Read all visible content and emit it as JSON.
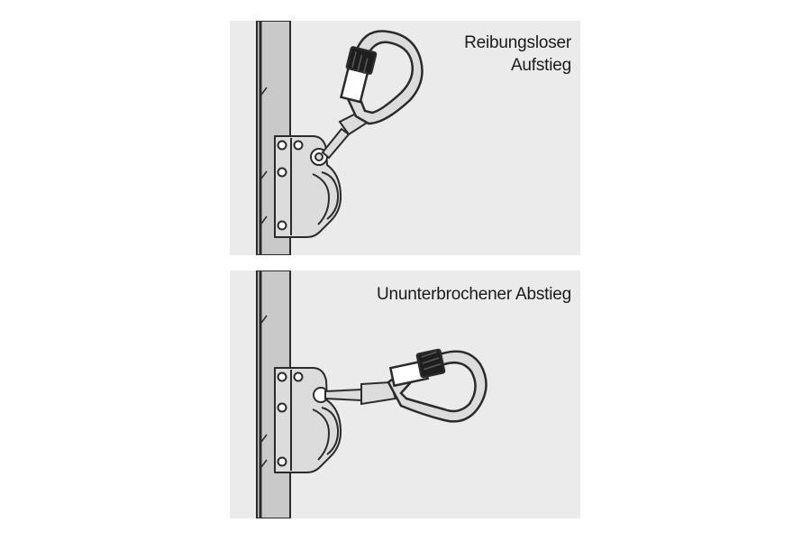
{
  "panels": [
    {
      "caption_lines": [
        "Reibungsloser",
        "Aufstieg"
      ]
    },
    {
      "caption_lines": [
        "Ununterbrochener Abstieg"
      ]
    }
  ],
  "colors": {
    "background": "#ebebeb",
    "rail": "#c9c9c9",
    "device": "#dcdcdc",
    "outline": "#2b2b2b",
    "gate_sleeve": "#1e1e1e"
  },
  "icons": [
    "fall-arrester-device",
    "carabiner-icon",
    "safety-rail"
  ]
}
